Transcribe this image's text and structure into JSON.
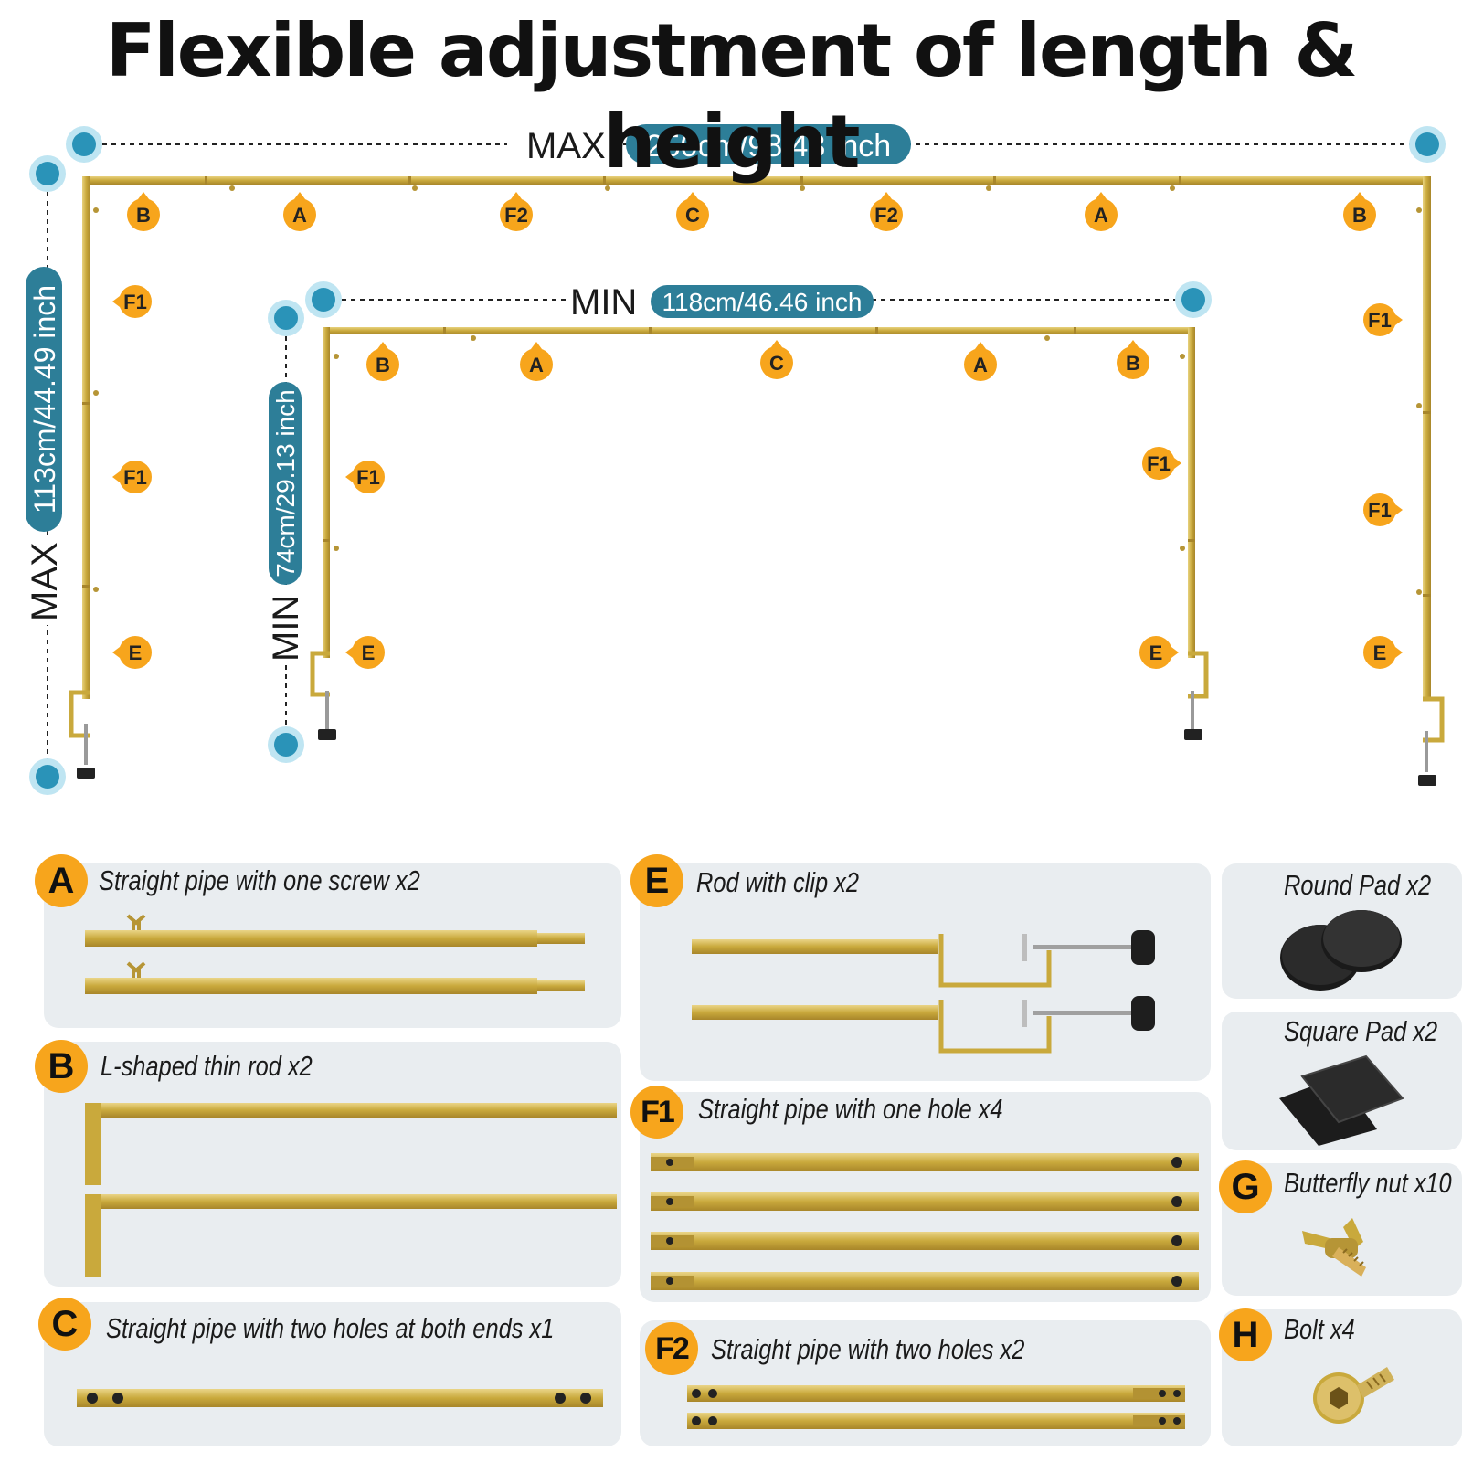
{
  "title": "Flexible adjustment of length & height",
  "dimensions": {
    "max_width_word": "MAX",
    "max_width_value": "250cm/98.43 inch",
    "min_width_word": "MIN",
    "min_width_value": "118cm/46.46 inch",
    "max_height_word": "MAX",
    "max_height_value": "113cm/44.49 inch",
    "min_height_word": "MIN",
    "min_height_value": "74cm/29.13 inch"
  },
  "large_frame_markers": {
    "top": [
      "B",
      "A",
      "F2",
      "C",
      "F2",
      "A",
      "B"
    ],
    "left": [
      "F1",
      "F1",
      "E"
    ],
    "right": [
      "F1",
      "F1",
      "E"
    ]
  },
  "small_frame_markers": {
    "top": [
      "B",
      "A",
      "C",
      "A",
      "B"
    ],
    "left": [
      "F1",
      "E"
    ],
    "right": [
      "F1",
      "E"
    ]
  },
  "parts": {
    "A": {
      "letter": "A",
      "label": "Straight pipe with one screw x2"
    },
    "B": {
      "letter": "B",
      "label": "L-shaped thin rod x2"
    },
    "C": {
      "letter": "C",
      "label": "Straight pipe with two holes at both ends x1"
    },
    "E": {
      "letter": "E",
      "label": "Rod with clip x2"
    },
    "F1": {
      "letter": "F1",
      "label": "Straight pipe with one hole x4"
    },
    "F2": {
      "letter": "F2",
      "label": "Straight pipe with two holes x2"
    },
    "round_pad": {
      "label": "Round Pad x2"
    },
    "square_pad": {
      "label": "Square Pad x2"
    },
    "G": {
      "letter": "G",
      "label": "Butterfly nut x10"
    },
    "H": {
      "letter": "H",
      "label": "Bolt x4"
    }
  },
  "colors": {
    "gold": "#c9a93c",
    "badge_orange": "#f7a51c",
    "teal_pill": "#2d7e98",
    "endpoint_blue": "#2a93b8",
    "card_bg": "#e9edf0"
  }
}
